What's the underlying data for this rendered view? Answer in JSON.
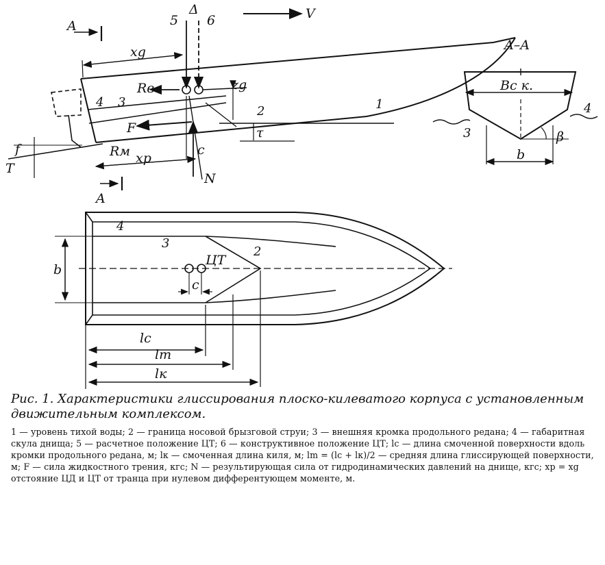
{
  "figure": {
    "side_view": {
      "section_mark": "A",
      "section_mark_bottom": "A",
      "cg_design_label": "5",
      "cg_construct_label": "6",
      "displacement": "Δ",
      "velocity": "V",
      "xg": "xg",
      "zg": "zg",
      "rb": "Rв",
      "f_force": "F",
      "n_force": "N",
      "c": "c",
      "tau": "τ",
      "xp": "xp",
      "rm": "Rм",
      "f_small": "f",
      "t_thrust": "T",
      "edge_3": "3",
      "chine_4": "4",
      "spray_2": "2",
      "water_1": "1"
    },
    "section_view": {
      "title": "A–A",
      "beam": "Bc к.",
      "bottom_width": "b",
      "deadrise": "β",
      "left_edge": "3",
      "right_chine": "4"
    },
    "plan_view": {
      "chine_4": "4",
      "edge_3": "3",
      "cg_label": "ЦТ",
      "spray_2": "2",
      "width_b": "b",
      "c": "c",
      "lc": "lc",
      "lm": "lm",
      "lk": "lк"
    }
  },
  "caption": {
    "title": "Рис. 1. Характеристики глиссирования плоско-килеватого корпуса с установленным движительным комплексом.",
    "legend_line1": "1 — уровень тихой воды; 2 — граница носовой брызговой струи; 3 — внешняя кромка продольного редана; 4 — габаритная скула днища; 5 — расчетное положение ЦТ; 6 — конструктивное положение ЦТ; lc — длина смоченной поверхности вдоль кромки продольного редана, м; lк — смоченная длина киля, м; lm = (lc + lк)/2 — средняя длина глиссирующей поверхности, м; F — сила жидкостного трения, кгс; N — результирующая сила от гидродинамических давлений на днище, кгс; xp = xg отстояние ЦД и ЦТ от транца при нулевом дифферентующем моменте, м."
  }
}
